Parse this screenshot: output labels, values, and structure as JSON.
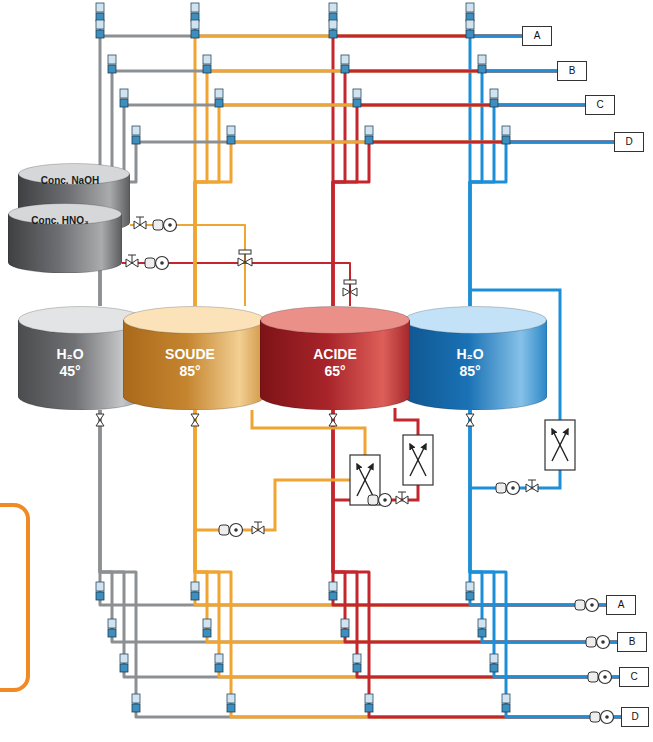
{
  "diagram": {
    "nodes": [
      {
        "text": [
          "Conc. NaOH"
        ]
      },
      {
        "text": [
          "Conc. HNO₃"
        ]
      },
      {
        "text": [
          "H₂O",
          "45°"
        ]
      },
      {
        "text": [
          "SOUDE",
          "85°"
        ]
      },
      {
        "text": [
          "ACIDE",
          "65°"
        ]
      },
      {
        "text": [
          "H₂O",
          "85°"
        ]
      },
      {
        "text": [
          "A"
        ]
      },
      {
        "text": [
          "B"
        ]
      },
      {
        "text": [
          "C"
        ]
      },
      {
        "text": [
          "D"
        ]
      },
      {
        "text": [
          "A"
        ]
      },
      {
        "text": [
          "B"
        ]
      },
      {
        "text": [
          "C"
        ]
      },
      {
        "text": [
          "D"
        ]
      }
    ],
    "edges": [
      {
        "from": 0,
        "to": 3,
        "arrow": "none"
      },
      {
        "from": 1,
        "to": 4,
        "arrow": "none"
      },
      {
        "from": 6,
        "to": 2,
        "arrow": "none"
      },
      {
        "from": 6,
        "to": 3,
        "arrow": "none"
      },
      {
        "from": 6,
        "to": 4,
        "arrow": "none"
      },
      {
        "from": 6,
        "to": 5,
        "arrow": "none"
      },
      {
        "from": 7,
        "to": 2,
        "arrow": "none"
      },
      {
        "from": 7,
        "to": 3,
        "arrow": "none"
      },
      {
        "from": 7,
        "to": 4,
        "arrow": "none"
      },
      {
        "from": 7,
        "to": 5,
        "arrow": "none"
      },
      {
        "from": 8,
        "to": 2,
        "arrow": "none"
      },
      {
        "from": 8,
        "to": 3,
        "arrow": "none"
      },
      {
        "from": 8,
        "to": 4,
        "arrow": "none"
      },
      {
        "from": 8,
        "to": 5,
        "arrow": "none"
      },
      {
        "from": 9,
        "to": 2,
        "arrow": "none"
      },
      {
        "from": 9,
        "to": 3,
        "arrow": "none"
      },
      {
        "from": 9,
        "to": 4,
        "arrow": "none"
      },
      {
        "from": 9,
        "to": 5,
        "arrow": "none"
      },
      {
        "from": 2,
        "to": 10,
        "arrow": "none"
      },
      {
        "from": 3,
        "to": 10,
        "arrow": "none"
      },
      {
        "from": 4,
        "to": 10,
        "arrow": "none"
      },
      {
        "from": 5,
        "to": 10,
        "arrow": "none"
      },
      {
        "from": 2,
        "to": 11,
        "arrow": "none"
      },
      {
        "from": 3,
        "to": 11,
        "arrow": "none"
      },
      {
        "from": 4,
        "to": 11,
        "arrow": "none"
      },
      {
        "from": 5,
        "to": 11,
        "arrow": "none"
      },
      {
        "from": 2,
        "to": 12,
        "arrow": "none"
      },
      {
        "from": 3,
        "to": 12,
        "arrow": "none"
      },
      {
        "from": 4,
        "to": 12,
        "arrow": "none"
      },
      {
        "from": 5,
        "to": 12,
        "arrow": "none"
      },
      {
        "from": 2,
        "to": 13,
        "arrow": "none"
      },
      {
        "from": 3,
        "to": 13,
        "arrow": "none"
      },
      {
        "from": 4,
        "to": 13,
        "arrow": "none"
      },
      {
        "from": 5,
        "to": 13,
        "arrow": "none"
      }
    ]
  }
}
